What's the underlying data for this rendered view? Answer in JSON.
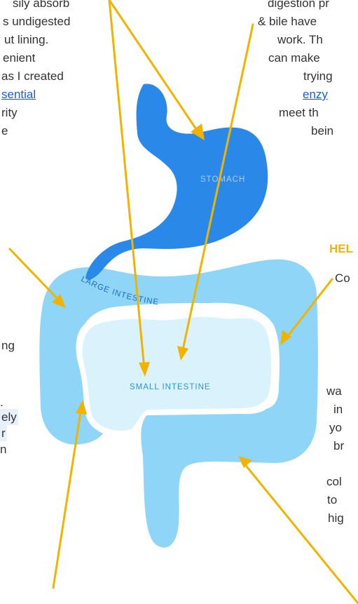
{
  "colors": {
    "stomach": "#2a88e8",
    "large_intestine": "#8fd5f7",
    "small_intestine": "#d9f2fc",
    "arrow": "#f0b400",
    "link": "#1a5fd0",
    "heading": "#f0b500"
  },
  "left_text": [
    "sily absorb",
    "s undigested",
    "ut lining.",
    "enient",
    "as I created",
    "sential",
    "rity",
    "e",
    "ng",
    ".",
    "ely",
    "r",
    "n"
  ],
  "right_text": [
    "digestion pr",
    "& bile have",
    "work.  Th",
    "can make",
    "trying",
    "enzy",
    "meet th",
    "bein",
    "Co",
    "wa",
    "in",
    "yo",
    "br",
    "col",
    "to",
    "hig"
  ],
  "heading": "HEL",
  "organs": {
    "stomach": "STOMACH",
    "large_intestine": "LARGE INTESTINE",
    "small_intestine": "SMALL INTESTINE"
  }
}
